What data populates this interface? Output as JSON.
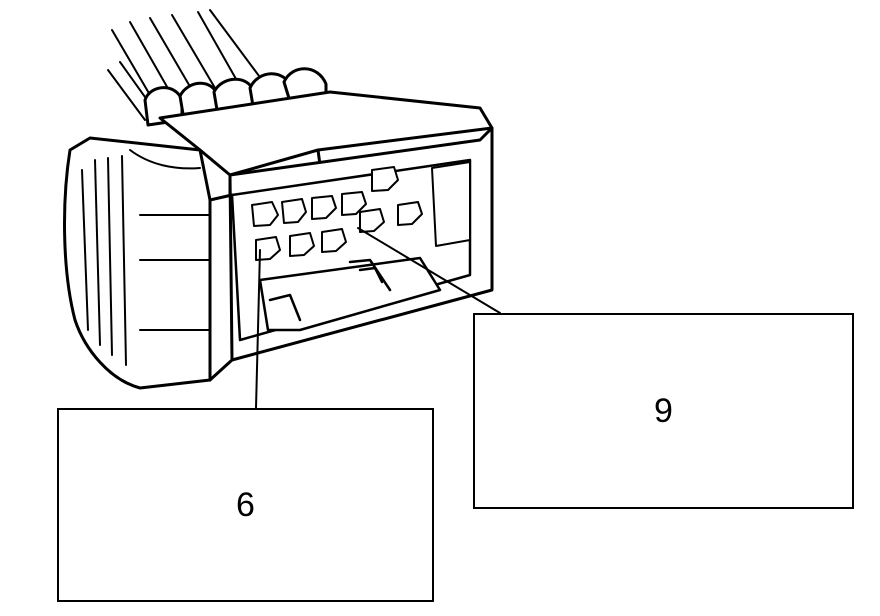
{
  "callouts": [
    {
      "id": "pin-6",
      "label": "6"
    },
    {
      "id": "pin-9",
      "label": "9"
    }
  ],
  "colors": {
    "stroke": "#000000",
    "background": "#ffffff"
  }
}
